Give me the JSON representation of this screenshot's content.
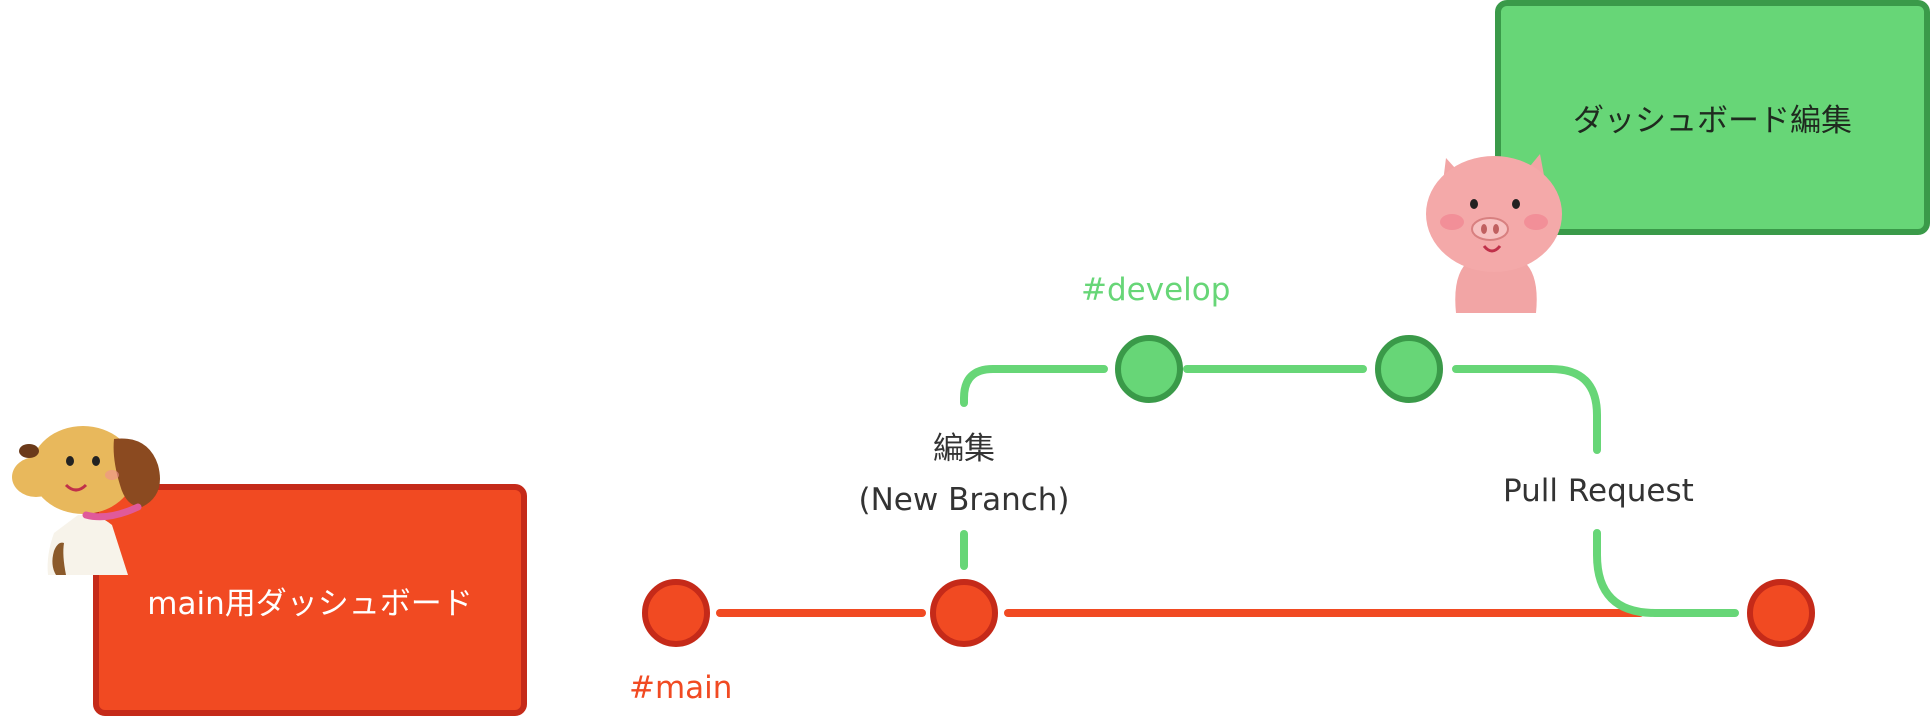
{
  "branches": {
    "main": {
      "label": "#main",
      "color": "#f14a22",
      "border": "#c52a19"
    },
    "develop": {
      "label": "#develop",
      "color": "#67d677",
      "border": "#3a9a49"
    }
  },
  "boxes": {
    "main_dashboard": "main用ダッシュボード",
    "develop_dashboard": "ダッシュボード編集"
  },
  "events": {
    "branch_line1": "編集",
    "branch_line2": "(New Branch)",
    "merge": "Pull Request"
  },
  "mascots": {
    "left": "dog-illustration",
    "right": "pig-illustration"
  }
}
